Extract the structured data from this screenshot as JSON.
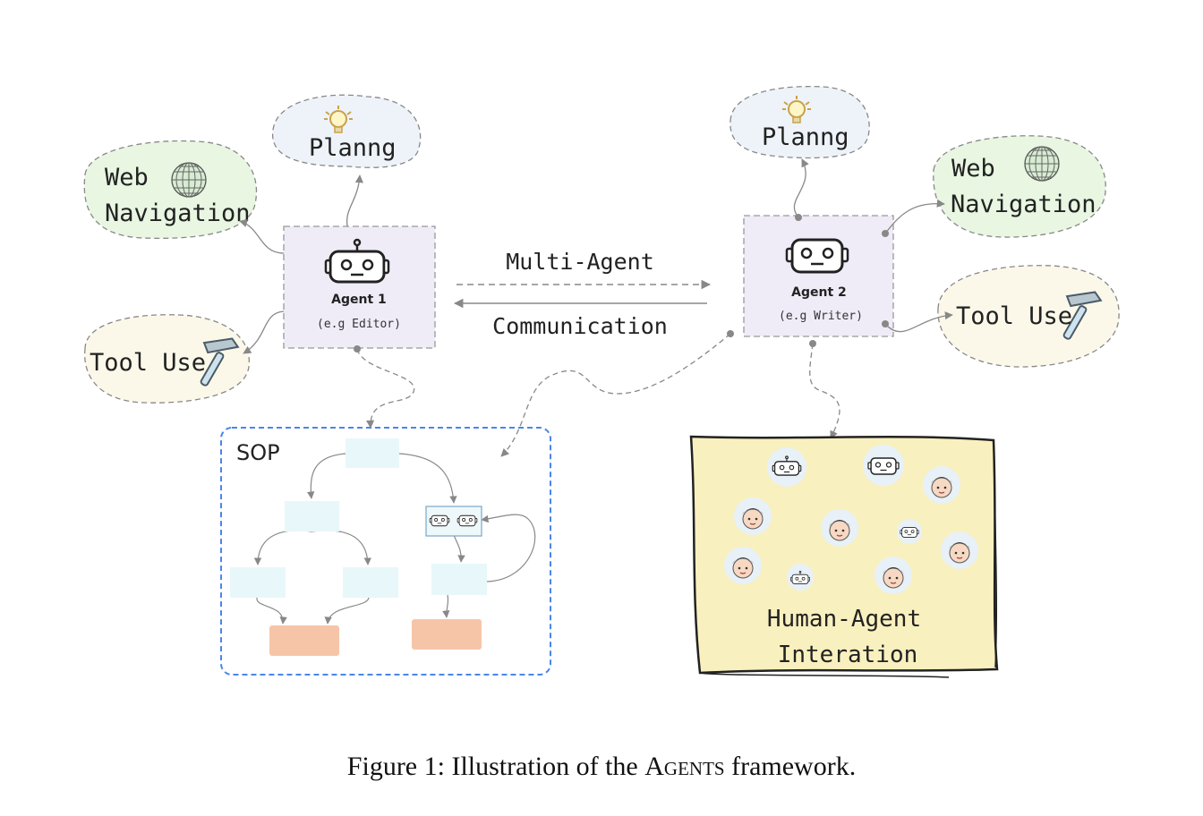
{
  "agent1": {
    "name": "Agent 1",
    "role": "(e.g Editor)"
  },
  "agent2": {
    "name": "Agent 2",
    "role": "(e.g Writer)"
  },
  "bubbles": {
    "planning": "Planng",
    "web_line1": "Web",
    "web_line2": "Navigation",
    "tool": "Tool Use"
  },
  "communication": {
    "top": "Multi-Agent",
    "bottom": "Communication"
  },
  "sop": {
    "label": "SOP"
  },
  "human_agent": {
    "line1": "Human-Agent",
    "line2": "Interation"
  },
  "caption": {
    "prefix": "Figure 1: Illustration of the ",
    "name": "Agents",
    "suffix": " framework."
  },
  "colors": {
    "planning_fill": "#eef3fa",
    "web_fill": "#e8f6e2",
    "tool_fill": "#fbf8ea",
    "agent_fill": "#efecf8",
    "sop_border": "#4a86e8",
    "sop_box": "#e8f7fa",
    "sop_leaf": "#f6c5a8",
    "hai_fill": "#f9f0bf"
  }
}
